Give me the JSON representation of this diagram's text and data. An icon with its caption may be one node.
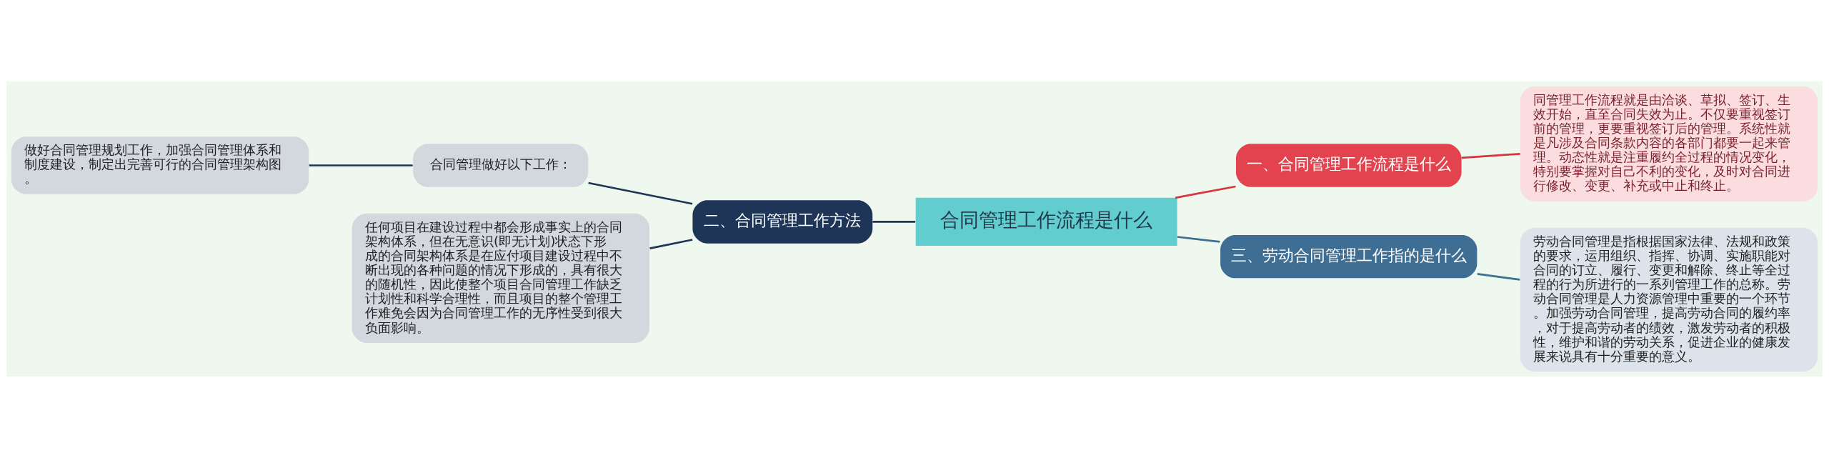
{
  "diagram": {
    "nodes": [
      {
        "text": [
          "合同管理工作流程是什么"
        ]
      },
      {
        "text": [
          "一、合同管理工作流程是什么"
        ]
      },
      {
        "text": [
          "同管理工作流程就是由洽谈、草拟、签订、生效开始，直至合同失效为止。不仅要重视签订前的管理，更要重视签订后的管理。系统性就是凡涉及合同条款内容的各部门都要一起来管理。动态性就是注重履约全过程的情况变化，特别要掌握对自己不利的变化，及时对合同进行修改、变更、补充或中止和终止。"
        ]
      },
      {
        "text": [
          "二、合同管理工作方法"
        ]
      },
      {
        "text": [
          "合同管理做好以下工作："
        ]
      },
      {
        "text": [
          "做好合同管理规划工作，加强合同管理体系和制度建设，制定出完善可行的合同管理架构图。"
        ]
      },
      {
        "text": [
          "任何项目在建设过程中都会形成事实上的合同架构体系，但在无意识(即无计划)状态下形成的合同架构体系是在应付项目建设过程中不断出现的各种问题的情况下形成的，具有很大的随机性，因此使整个项目合同管理工作缺乏计划性和科学合理性，而且项目的整个管理工作难免会因为合同管理工作的无序性受到很大负面影响。"
        ]
      },
      {
        "text": [
          "三、劳动合同管理工作指的是什么"
        ]
      },
      {
        "text": [
          "劳动合同管理是指根据国家法律、法规和政策的要求，运用组织、指挥、协调、实施职能对合同的订立、履行、变更和解除、终止等全过程的行为所进行的一系列管理工作的总称。劳动合同管理是人力资源管理中重要的一个环节。加强劳动合同管理，提高劳动合同的履约率，对于提高劳动者的绩效，激发劳动者的积极性，维护和谐的劳动关系，促进企业的健康发展来说具有十分重要的意义。"
        ]
      }
    ],
    "edges": [
      {
        "from": 0,
        "to": 1,
        "arrow": "none",
        "color": "#d9343f"
      },
      {
        "from": 1,
        "to": 2,
        "arrow": "none",
        "color": "#d9343f"
      },
      {
        "from": 0,
        "to": 3,
        "arrow": "none"
      },
      {
        "from": 3,
        "to": 4,
        "arrow": "none"
      },
      {
        "from": 4,
        "to": 5,
        "arrow": "none"
      },
      {
        "from": 3,
        "to": 6,
        "arrow": "none"
      },
      {
        "from": 0,
        "to": 7,
        "arrow": "none",
        "color": "#3e6e93"
      },
      {
        "from": 7,
        "to": 8,
        "arrow": "none",
        "color": "#3e6e93"
      }
    ]
  }
}
